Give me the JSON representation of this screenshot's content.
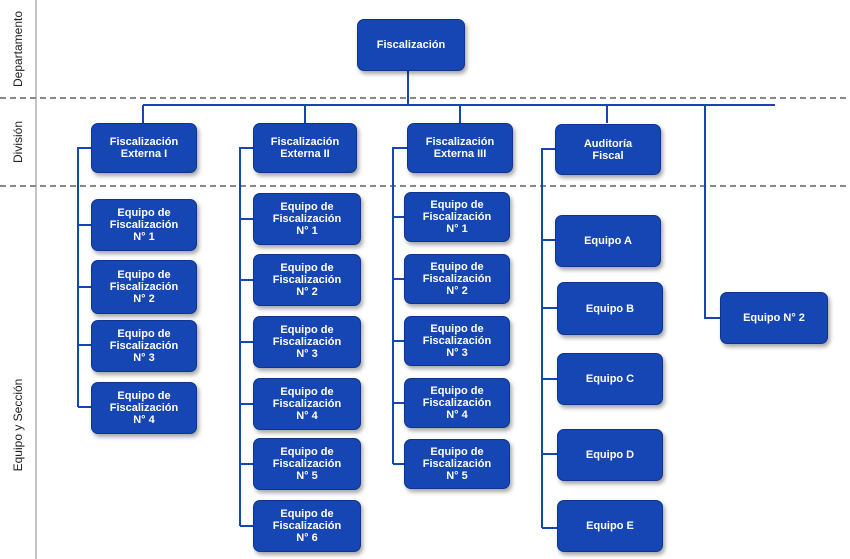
{
  "bands": {
    "departamento": "Departamento",
    "division": "División",
    "equipo_seccion": "Equipo y Sección"
  },
  "colors": {
    "box_fill": "#1646b4",
    "box_text": "#ffffff",
    "connector": "#1646b4",
    "separator": "#888888"
  },
  "root": {
    "label": "Fiscalización"
  },
  "divisions": [
    {
      "label": "Fiscalización\nExterna I",
      "teams": [
        "Equipo de\nFiscalización\nN° 1",
        "Equipo de\nFiscalización\nN° 2",
        "Equipo de\nFiscalización\nN° 3",
        "Equipo de\nFiscalización\nN° 4"
      ]
    },
    {
      "label": "Fiscalización\nExterna II",
      "teams": [
        "Equipo de\nFiscalización\nN° 1",
        "Equipo de\nFiscalización\nN° 2",
        "Equipo de\nFiscalización\nN° 3",
        "Equipo de\nFiscalización\nN° 4",
        "Equipo de\nFiscalización\nN° 5",
        "Equipo de\nFiscalización\nN° 6"
      ]
    },
    {
      "label": "Fiscalización\nExterna III",
      "teams": [
        "Equipo de\nFiscalización\nN° 1",
        "Equipo de\nFiscalización\nN° 2",
        "Equipo de\nFiscalización\nN° 3",
        "Equipo de\nFiscalización\nN° 4",
        "Equipo de\nFiscalización\nN° 5"
      ]
    },
    {
      "label": "Auditoría\nFiscal",
      "teams": [
        "Equipo A",
        "Equipo B",
        "Equipo C",
        "Equipo D",
        "Equipo E"
      ]
    }
  ],
  "direct_team": {
    "label": "Equipo  N° 2"
  }
}
